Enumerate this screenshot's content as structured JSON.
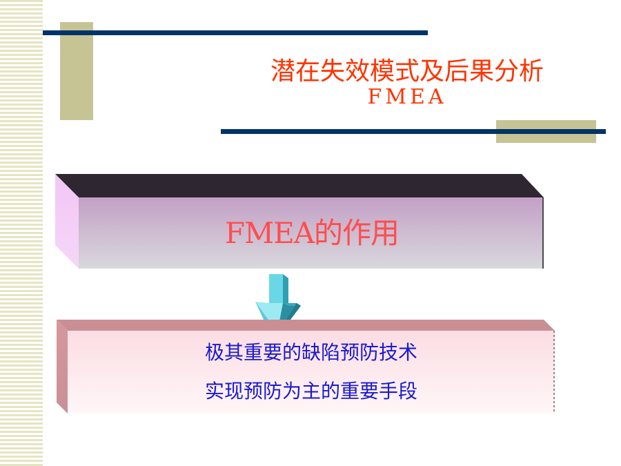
{
  "slide": {
    "title": {
      "line1": "潜在失效模式及后果分析",
      "line2": "FMEA"
    },
    "box_primary": {
      "label": "FMEA的作用"
    },
    "box_secondary": {
      "lines": [
        "极其重要的缺陷预防技术",
        "实现预防为主的重要手段"
      ]
    },
    "arrow_icon": "arrow-down-icon",
    "colors": {
      "title": "#ff3300",
      "primary_label": "#ff4d4d",
      "secondary_text": "#1a1acc",
      "navy_line": "#003366",
      "olive_block": "#c6c495",
      "arrow": "#5fd8e8"
    }
  }
}
